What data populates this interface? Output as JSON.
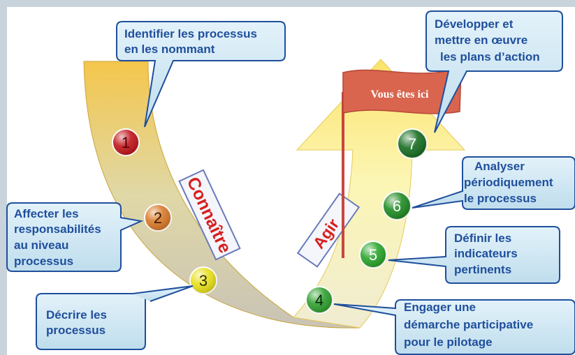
{
  "diagram": {
    "tag_know": "Connaître",
    "tag_act": "Agir",
    "flag_label": "Vous êtes ici",
    "steps": [
      {
        "number": "1",
        "color": "#c0161b",
        "text_color": "#5a0000",
        "lines": [
          "Identifier les processus",
          "en les nommant"
        ]
      },
      {
        "number": "2",
        "color": "#d9792a",
        "text_color": "#3a1a00",
        "lines": [
          "Affecter les",
          "responsabilités",
          "au niveau",
          "processus"
        ]
      },
      {
        "number": "3",
        "color": "#e8e01a",
        "text_color": "#333000",
        "lines": [
          "Décrire les",
          "processus"
        ]
      },
      {
        "number": "4",
        "color": "#2fa02f",
        "text_color": "#062a06",
        "lines": [
          "Engager une",
          "démarche participative",
          "pour le pilotage"
        ]
      },
      {
        "number": "5",
        "color": "#29a429",
        "text_color": "#ffffff",
        "lines": [
          "Définir les",
          "indicateurs",
          "pertinents"
        ]
      },
      {
        "number": "6",
        "color": "#1f8a24",
        "text_color": "#ffffff",
        "lines": [
          "Analyser",
          "périodiquement",
          "le processus"
        ]
      },
      {
        "number": "7",
        "color": "#176d22",
        "text_color": "#ffffff",
        "lines": [
          "Développer et",
          "mettre en œuvre",
          "les plans d’action"
        ]
      }
    ]
  }
}
